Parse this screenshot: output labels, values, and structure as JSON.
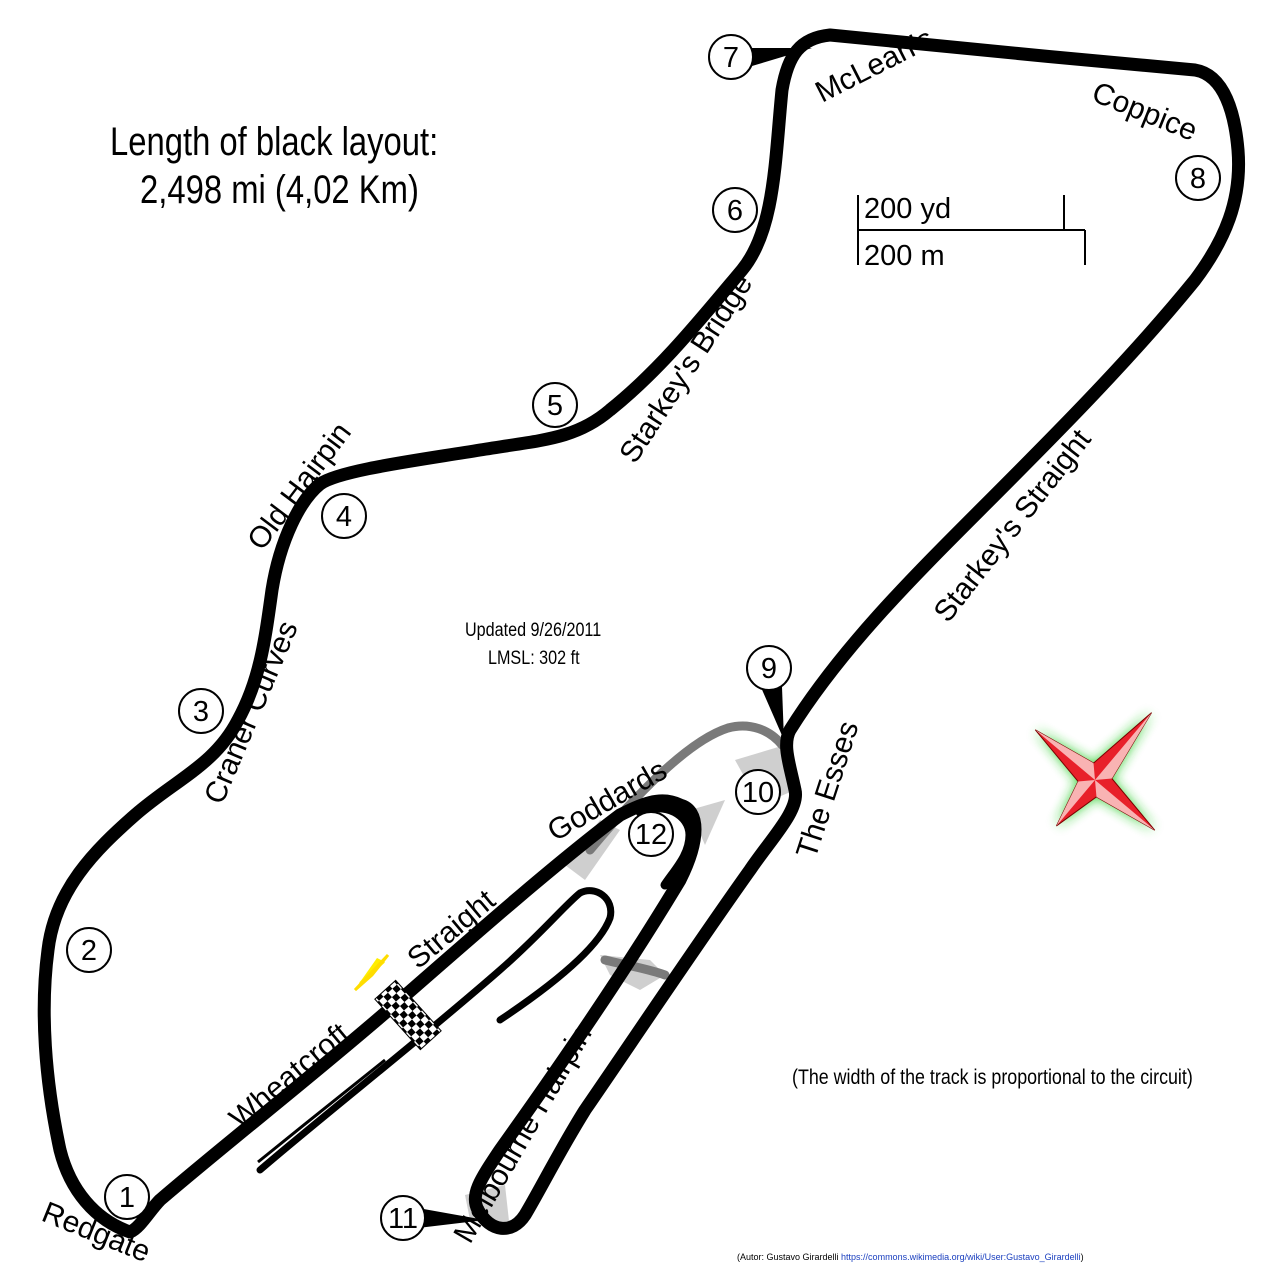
{
  "header": {
    "length_label": "Length of black layout:",
    "length_value": "2,498 mi (4,02 Km)"
  },
  "info": {
    "updated": "Updated 9/26/2011",
    "lmsl": "LMSL: 302 ft"
  },
  "footnote": "(The width of the track is proportional to the circuit)",
  "credit": {
    "prefix": "(Autor: Gustavo Girardelli ",
    "link": "https://commons.wikimedia.org/wiki/User:Gustavo_Girardelli",
    "suffix": ")"
  },
  "scale": {
    "imperial": "200 yd",
    "metric": "200 m"
  },
  "corners": [
    "1",
    "2",
    "3",
    "4",
    "5",
    "6",
    "7",
    "8",
    "9",
    "10",
    "11",
    "12"
  ],
  "sections": {
    "redgate": "Redgate",
    "craner_curves": "Craner Curves",
    "old_hairpin": "Old Hairpin",
    "starkeys_bridge": "Starkey's Bridge",
    "mcleans": "McLean's",
    "coppice": "Coppice",
    "starkeys_straight": "Starkey's Straight",
    "the_esses": "The Esses",
    "goddards": "Goddards",
    "wheatcroft": "Wheatcroft",
    "straight": "Straight",
    "melbourne_hairpin": "Melbourne Hairpin"
  },
  "colors": {
    "track": "#000000",
    "alt_layout": "#7a7a7a",
    "runoff": "#cfcfcf",
    "compass_fill": "#e8202a",
    "compass_glow": "#22cc22",
    "start_marker": "#ff2200",
    "start_marker_outline": "#ffee00"
  },
  "icons": {
    "compass": "compass-rose-icon",
    "start_line": "checkered-flag-icon",
    "pole": "start-direction-icon"
  }
}
